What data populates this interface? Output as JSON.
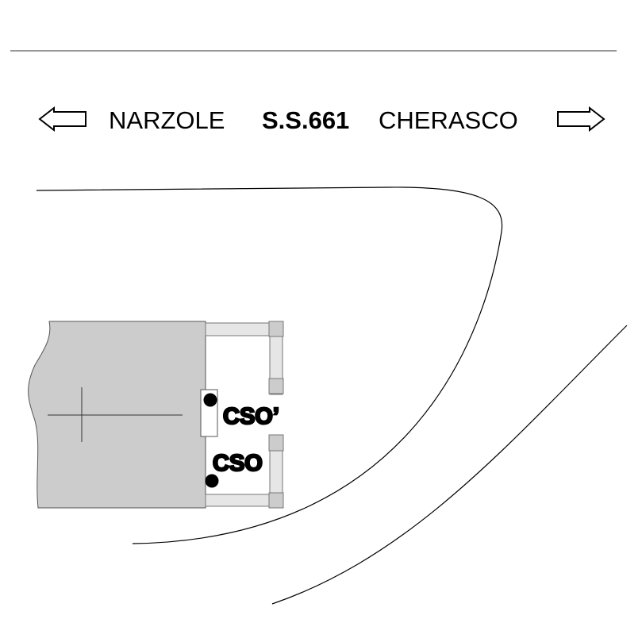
{
  "header": {
    "left_destination": "NARZOLE",
    "road_name": "S.S.661",
    "right_destination": "CHERASCO",
    "left_arrow_icon": "arrow-left-outline-icon",
    "right_arrow_icon": "arrow-right-outline-icon"
  },
  "labels": {
    "cso_prime": "CSO’",
    "cso": "CSO"
  },
  "colors": {
    "building_fill": "#cccccc",
    "wall_fill": "#e6e6e6",
    "pillar_fill": "#cccccc",
    "line": "#000000"
  }
}
